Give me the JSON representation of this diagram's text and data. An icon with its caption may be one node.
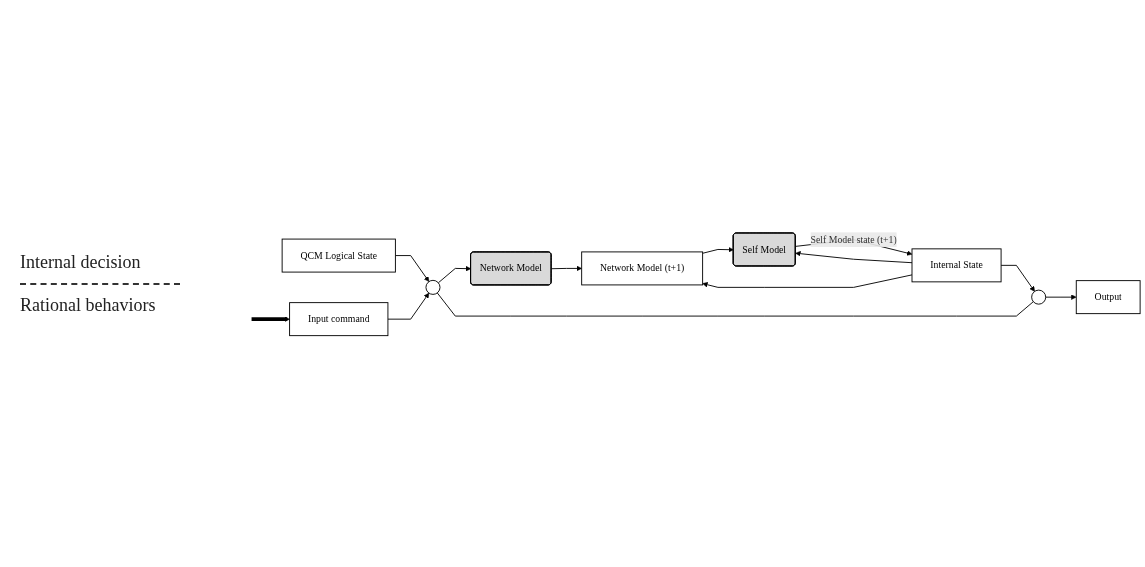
{
  "diagram": {
    "nodes": [
      {
        "text": [
          "Network Model"
        ]
      },
      {
        "text": [
          "Network Model (t+1)"
        ]
      },
      {
        "text": [
          "Internal State"
        ]
      },
      {
        "text": [
          "Self Model"
        ]
      },
      {
        "text": [
          "QCM Logical State"
        ]
      },
      {
        "text": [],
        "shape": "circle"
      },
      {
        "text": [],
        "shape": "circle"
      },
      {
        "text": [
          "Output"
        ]
      },
      {
        "text": [
          "Input command"
        ]
      }
    ],
    "edges": [
      {
        "from": 0,
        "to": 1,
        "arrow": "to"
      },
      {
        "from": 1,
        "to": 3,
        "arrow": "to"
      },
      {
        "from": 2,
        "to": 1,
        "arrow": "to"
      },
      {
        "from": 2,
        "to": 3,
        "arrow": "to"
      },
      {
        "from": 3,
        "to": 2,
        "arrow": "to",
        "label": "Self Model state (t+1)"
      },
      {
        "from": 2,
        "to": 6,
        "arrow": "to"
      },
      {
        "from": 4,
        "to": 5,
        "arrow": "to"
      },
      {
        "from": 8,
        "to": 5,
        "arrow": "to"
      },
      {
        "from": 5,
        "to": 0,
        "arrow": "to"
      },
      {
        "from": 5,
        "to": 6,
        "arrow": "none"
      },
      {
        "from": 6,
        "to": 7,
        "arrow": "to"
      },
      {
        "from": null,
        "to": 8,
        "arrow": "to",
        "style": "thick"
      }
    ],
    "labels": [
      "Internal decision",
      "Rational behaviors"
    ]
  }
}
